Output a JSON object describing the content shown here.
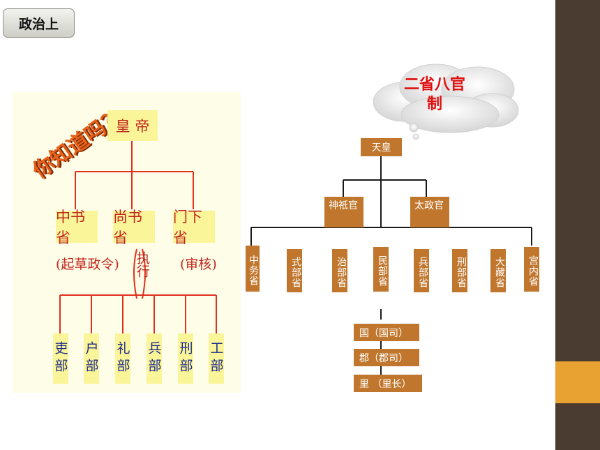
{
  "slide_title": "政治上",
  "left_chart": {
    "wordart": "你知道吗？",
    "emperor": "皇 帝",
    "departments": [
      {
        "name": "中书省",
        "role": "(起草政令)"
      },
      {
        "name": "尚书省",
        "role": "执行"
      },
      {
        "name": "门下省",
        "role": "(审核)"
      }
    ],
    "ministries": [
      "吏部",
      "户部",
      "礼部",
      "兵部",
      "刑部",
      "工部"
    ]
  },
  "right_chart": {
    "cloud_title": "二省八官制",
    "top": "天皇",
    "second": [
      "神祇官",
      "太政官"
    ],
    "ministries": [
      "中务省",
      "式部省",
      "治部省",
      "民部省",
      "兵部省",
      "刑部省",
      "大藏省",
      "宫内省"
    ],
    "local": [
      "国（国司）",
      "郡（郡司）",
      "里 （里长）"
    ]
  },
  "colors": {
    "sidebar": "#4a3c30",
    "sidebar_accent": "#e8a232",
    "left_line": "#e0301e",
    "left_box": "#fbf59a",
    "right_box": "#c0772d"
  }
}
